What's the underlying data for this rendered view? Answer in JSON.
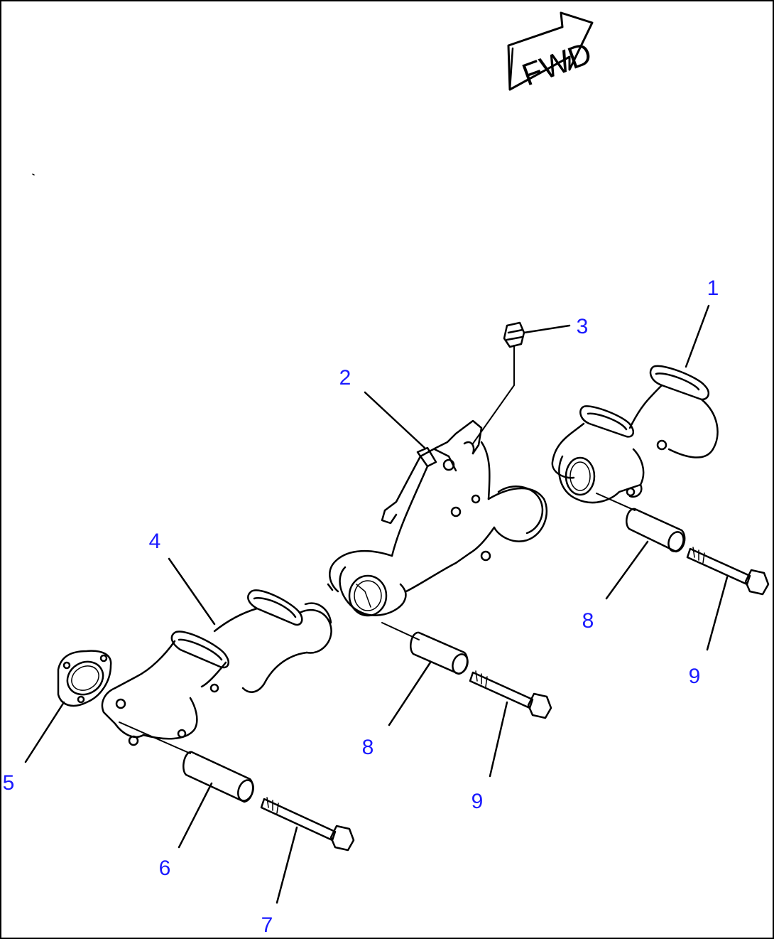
{
  "direction_label": "FWD",
  "colors": {
    "callout": "#1a1aff",
    "line": "#000000"
  },
  "callouts": [
    {
      "id": "callout-1",
      "label": "1"
    },
    {
      "id": "callout-2",
      "label": "2"
    },
    {
      "id": "callout-3",
      "label": "3"
    },
    {
      "id": "callout-4",
      "label": "4"
    },
    {
      "id": "callout-5",
      "label": "5"
    },
    {
      "id": "callout-6",
      "label": "6"
    },
    {
      "id": "callout-7",
      "label": "7"
    },
    {
      "id": "callout-8a",
      "label": "8"
    },
    {
      "id": "callout-8b",
      "label": "8"
    },
    {
      "id": "callout-9a",
      "label": "9"
    },
    {
      "id": "callout-9b",
      "label": "9"
    }
  ]
}
